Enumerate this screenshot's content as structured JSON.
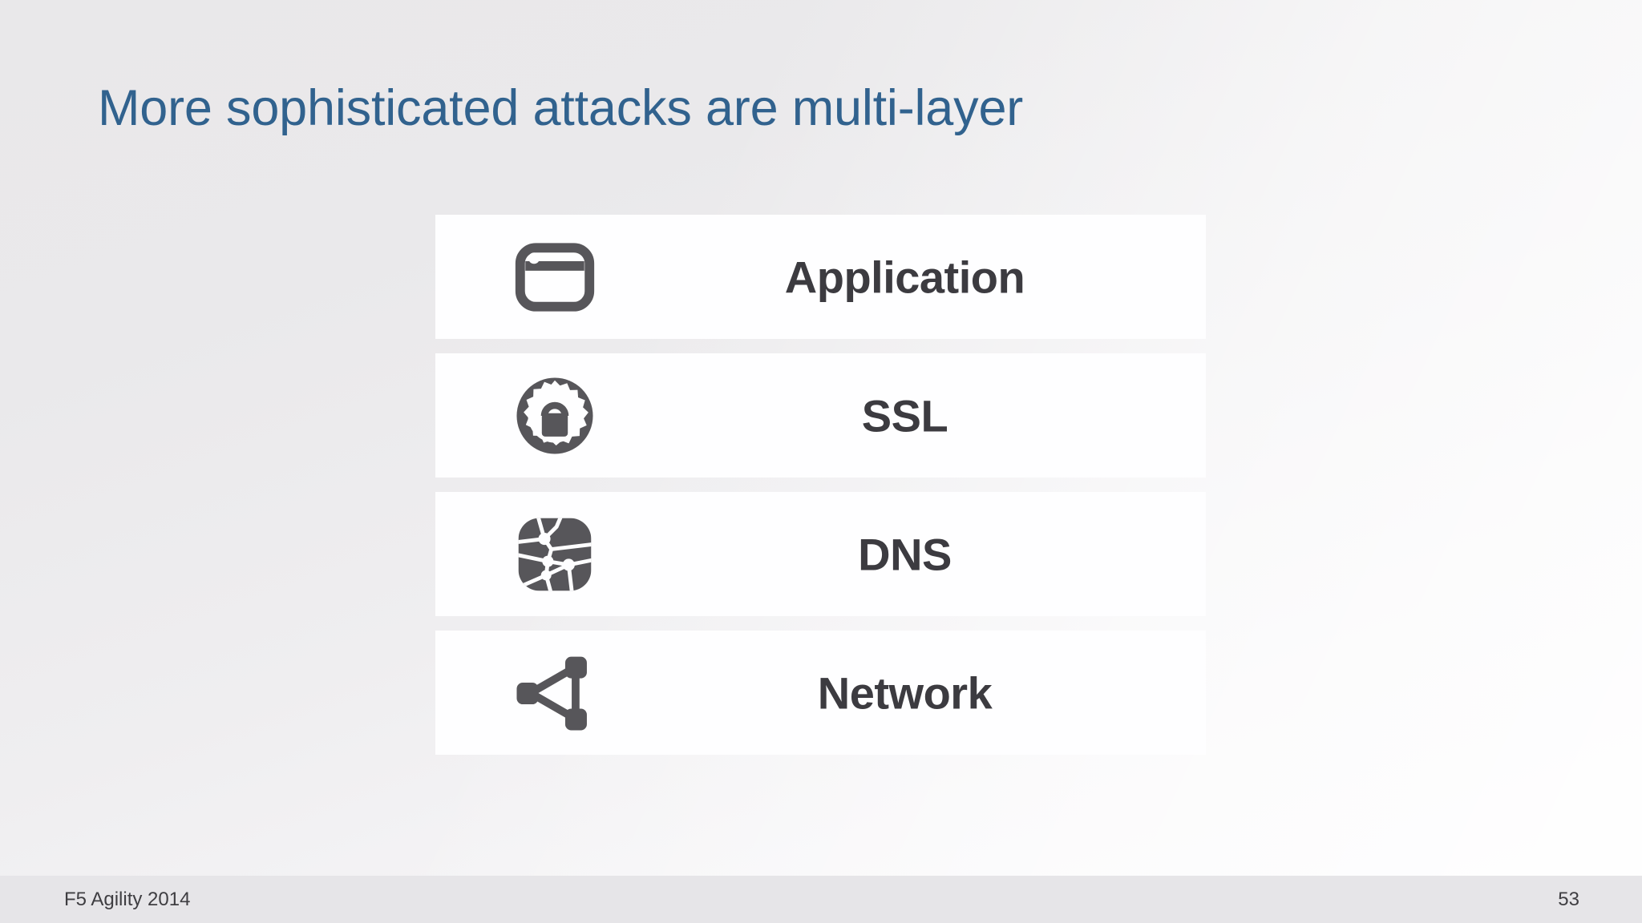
{
  "slide": {
    "title": "More sophisticated attacks are multi-layer",
    "title_color": "#31628e",
    "background_color": "#e9e8ea",
    "panel_color": "#fefeff",
    "icon_color": "#57565a",
    "label_color": "#3c3b40"
  },
  "layers": [
    {
      "label": "Application",
      "icon": "browser-window-icon"
    },
    {
      "label": "SSL",
      "icon": "gear-padlock-icon"
    },
    {
      "label": "DNS",
      "icon": "network-mesh-squircle-icon"
    },
    {
      "label": "Network",
      "icon": "network-topology-triangle-icon"
    }
  ],
  "footer": {
    "left_text": "F5 Agility 2014",
    "page_number": "53",
    "band_color": "#e6e5e8"
  }
}
